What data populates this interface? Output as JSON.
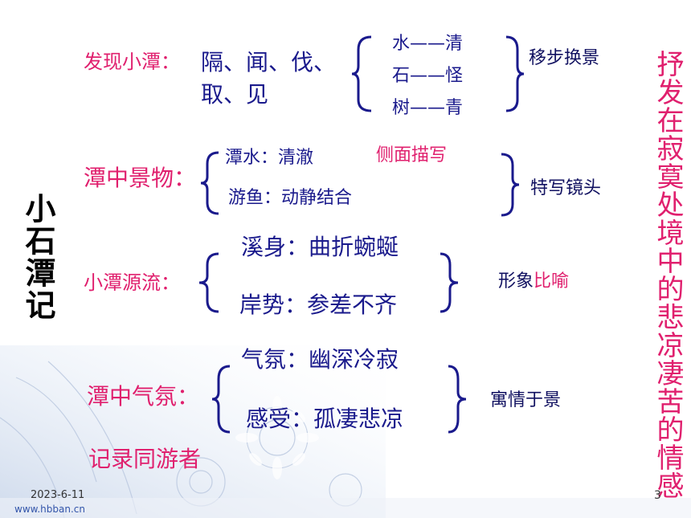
{
  "slide": {
    "side_title": "小石潭记",
    "right_text": "抒发在寂寞处境中的悲凉凄苦的情感",
    "date": "2023-6-11",
    "website": "www.hbban.cn",
    "page_number": "3"
  },
  "section1": {
    "label": "发现小潭：",
    "verbs_line1": "隔、闻、伐、",
    "verbs_line2": "取、见",
    "pairs": [
      "水——清",
      "石——怪",
      "树——青"
    ],
    "summary": "移步换景"
  },
  "section2": {
    "label": "潭中景物：",
    "item1": "潭水：清澈",
    "note": "侧面描写",
    "item2": "游鱼：动静结合",
    "summary": "特写镜头"
  },
  "section3": {
    "label": "小潭源流：",
    "item1": "溪身：曲折蜿蜒",
    "item2": "岸势：参差不齐",
    "summary_prefix": "形象",
    "summary_highlight": "比喻"
  },
  "section4": {
    "label": "潭中气氛：",
    "item1": "气氛：幽深冷寂",
    "item2": "感受：孤凄悲凉",
    "summary": "寓情于景"
  },
  "footer_note": "记录同游者"
}
